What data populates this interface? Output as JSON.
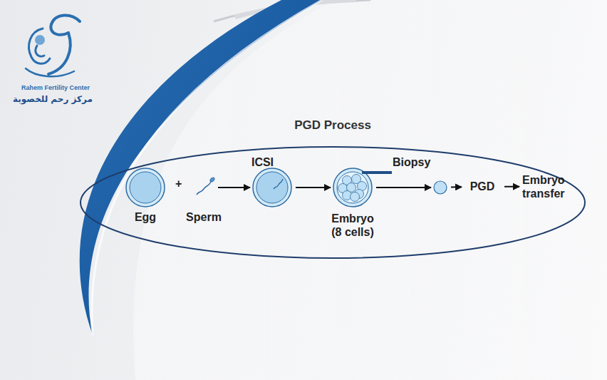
{
  "diagram": {
    "nodes": [
      {
        "text": [
          "PGD Process"
        ]
      },
      {
        "text": [
          "Egg"
        ],
        "in": 0
      },
      {
        "text": [
          "Sperm"
        ],
        "in": 0
      },
      {
        "text": [],
        "in": 0
      },
      {
        "text": [
          "Embryo (8 cells)"
        ],
        "in": 0
      },
      {
        "text": [],
        "in": 0
      },
      {
        "text": [
          "PGD"
        ],
        "in": 0
      },
      {
        "text": [
          "Embryo transfer"
        ],
        "in": 0
      }
    ],
    "edges": [
      {
        "from": 2,
        "to": 3,
        "label": "ICSI",
        "arrow": "to"
      },
      {
        "from": 3,
        "to": 4,
        "arrow": "to"
      },
      {
        "from": 4,
        "to": 5,
        "arrow": "to"
      },
      {
        "from": 5,
        "to": 6,
        "arrow": "to"
      },
      {
        "from": 6,
        "to": 7,
        "arrow": "to"
      }
    ],
    "labels": [
      "+",
      "Biopsy",
      "Rahem Fertility Center",
      "مركز رحم للخصوبة"
    ]
  }
}
